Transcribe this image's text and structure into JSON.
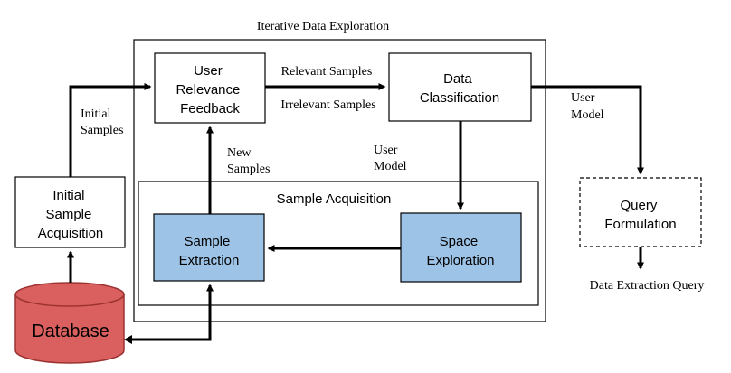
{
  "diagram": {
    "outer_title": "Iterative Data Exploration",
    "inner_title": "Sample Acquisition",
    "nodes": {
      "user_relevance_feedback": [
        "User",
        "Relevance",
        "Feedback"
      ],
      "data_classification": [
        "Data",
        "Classification"
      ],
      "initial_sample_acquisition": [
        "Initial",
        "Sample",
        "Acquisition"
      ],
      "sample_extraction": [
        "Sample",
        "Extraction"
      ],
      "space_exploration": [
        "Space",
        "Exploration"
      ],
      "query_formulation": [
        "Query",
        "Formulation"
      ],
      "database": "Database"
    },
    "edge_labels": {
      "relevant_samples": "Relevant Samples",
      "irrelevant_samples": "Irrelevant Samples",
      "initial_samples": [
        "Initial",
        "Samples"
      ],
      "new_samples": [
        "New",
        "Samples"
      ],
      "user_model_inner": [
        "User",
        "Model"
      ],
      "user_model_outer": [
        "User",
        "Model"
      ],
      "data_extraction_query": "Data Extraction Query"
    },
    "colors": {
      "line": "#000000",
      "box_fill": "#ffffff",
      "blue_box_fill": "#9dc3e6",
      "database_fill": "#d9605e",
      "database_stroke": "#9c3230"
    }
  }
}
